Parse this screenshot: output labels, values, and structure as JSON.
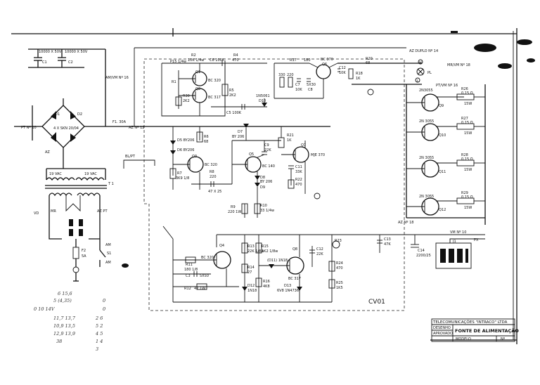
{
  "sheet": {
    "board_name": "CV01",
    "bus_labels": {
      "az_duplo": "AZ DUPLO Nº 14",
      "mr_vm": "MR/VM Nº 18",
      "pt_vm": "PT/VM Nº 16",
      "am_vm": "AM/VM Nº 16",
      "az_12": "AZ Nº 12",
      "bl_pt": "BL/PT",
      "pt_10": "PT Nº 10",
      "az_18": "AZ Nº 18",
      "vm_10": "VM Nº 10",
      "px": "PX",
      "az": "AZ",
      "vd": "VD",
      "mr": "MR",
      "az_pt": "AZ PT",
      "am": "AM",
      "am2": "AM"
    },
    "components": {
      "c1": "C1",
      "c1v": "10000 X 50V",
      "c2": "C2",
      "c2v": "10000 X 50V",
      "d1": "D1",
      "d2": "D2",
      "bridge": "4 X SKN 20/04",
      "tr_left": "19 VAC",
      "tr_right": "19 VAC",
      "t1": "T 1",
      "f1": "F1. 30A",
      "f2": "F2",
      "f2v": "5A",
      "s1": "S1",
      "r1": "R1",
      "r1v": "1K",
      "r2": "R2",
      "r2v": "10K 1/4w",
      "p15": "P15 1/4w",
      "c6": "C6 100K",
      "r4": "R4",
      "r4v": "470",
      "q1": "Q1",
      "q1t": "BC 320",
      "q2": "Q2",
      "q2t": "BC 317",
      "r30": "R30",
      "r30v": "2K2",
      "r5": "R5",
      "r5v": "2K2",
      "c5": "C5 100K",
      "d10": "D10",
      "d10t": "1N5061",
      "r17": "R17",
      "r17v": "180",
      "q6": "Q6",
      "q6t": "BC 370",
      "c12": "C12",
      "c12v": "10K",
      "r18": "R18",
      "r18v": "1K",
      "r20": "R20",
      "r20v": "68",
      "h": "H",
      "pl": "PL",
      "i": "I",
      "r15b": "330",
      "r16": "220",
      "c7": "C7",
      "c7v": "10K",
      "c8": "C8",
      "c8v": "5X30",
      "d5": "D5 BY206",
      "d6": "D6 BY206",
      "r6": "R6",
      "r6v": "68",
      "q3": "Q3",
      "q3t": "BC 320",
      "r7": "R7",
      "r7v": "3K9 1/8",
      "r8": "R8",
      "r8v": "220",
      "c4": "47 X 25",
      "d7": "D7",
      "d7t": "BY 206",
      "c9": "C9",
      "c9v": "22K",
      "q5": "Q5",
      "q5t": "BC 140",
      "d8": "D8",
      "d8t": "BY 206",
      "d9": "D9",
      "r21": "R21",
      "r21v": "1K",
      "q7": "Q7",
      "q7t": "MJE 370",
      "c11": "C11",
      "c11v": "33K",
      "r22": "R22",
      "r22v": "470",
      "r9": "R9",
      "r9v": "220 1W",
      "r10": "R10",
      "r10v": "33 1/4w",
      "q9": "Q9",
      "q9t": "2N3055",
      "q10": "Q10",
      "q10t": "2N 3055",
      "q11": "Q11",
      "q11t": "2N 3055",
      "q12": "Q12",
      "q12t": "2N 3055",
      "r26": "R26",
      "r26v": "0,15 Ω",
      "r26w": "15W",
      "r27": "R27",
      "r27v": "0,15 Ω",
      "r27w": "15W",
      "r28": "R28",
      "r28v": "0,15 Ω",
      "r28w": "15W",
      "r29": "R29",
      "r29v": "0,15 Ω",
      "r29w": "15W",
      "c13": "C13",
      "c13v": "47K",
      "c14": "C14",
      "c14v": "2200/25",
      "j1": "J1",
      "q4": "Q4",
      "q4t": "BC 320",
      "r11": "R11",
      "r11v": "180 1/8",
      "r12": "R12",
      "r12v": "47 1W",
      "c3": "C3",
      "c3v": "5X50",
      "r13": "R13",
      "r13v": "22K 1/8w",
      "r14": "R14",
      "r14v": "27",
      "r15": "R15",
      "r15v": "1K2 1/8w",
      "d12": "D12",
      "d12v": "1N18",
      "r16b": "R16",
      "r16bv": "4K8",
      "q8": "Q8",
      "q8t": "BC 317",
      "c12b": "C12",
      "c12bv": "22K",
      "r23": "R23",
      "r24": "R24",
      "r24v": "470",
      "r25": "R25",
      "r25v": "1K5",
      "d13": "D13",
      "d13v": "6V8 1N4736",
      "d11": "(D11) 1N18"
    },
    "handwritten_notes": {
      "n1": "6  15,6",
      "n2": "5  (4,35)",
      "n3": "0  10  14V",
      "n4": "11,7  13,7",
      "n5": "10,9  13,5",
      "n6": "12,9  13,9",
      "n7": "38",
      "r1": "0",
      "r2": "0",
      "r3": "2  6",
      "r4": "5  2",
      "r5": "4  5",
      "r6": "1  4",
      "r7": "3"
    },
    "title_block": {
      "company": "TELECOMUNICAÇÕES \"INTRACO\" LTDA",
      "desenho_label": "DESENHO",
      "aprovado_label": "APROVADO",
      "title": "FONTE DE ALIMENTAÇÃO",
      "model_label": "MODELO",
      "number_label": "Nº"
    }
  }
}
